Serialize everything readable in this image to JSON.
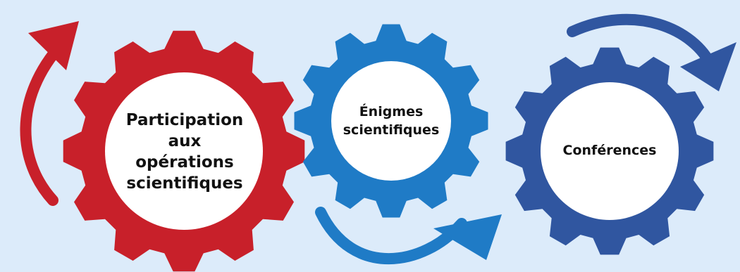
{
  "gears": [
    {
      "id": "red",
      "label": "Participation\naux\nopérations\nscientifiques",
      "color": "#c8202a"
    },
    {
      "id": "mid",
      "label": "Énigmes\nscientifiques",
      "color": "#1f7bc6"
    },
    {
      "id": "right",
      "label": "Conférences",
      "color": "#3056a0"
    }
  ],
  "arrows": [
    {
      "id": "left-arrow",
      "color": "#c8202a"
    },
    {
      "id": "bottom-arrow",
      "color": "#1f7bc6"
    },
    {
      "id": "top-right-arrow",
      "color": "#3056a0"
    }
  ]
}
